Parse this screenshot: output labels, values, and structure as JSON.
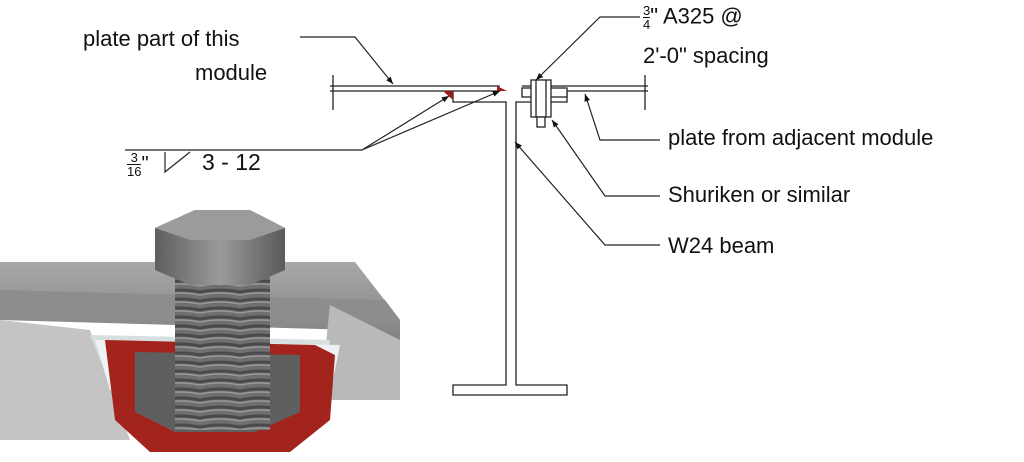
{
  "labels": {
    "plate_part_line1": "plate part of this",
    "plate_part_line2": "module",
    "bolt_fraction_num": "3",
    "bolt_fraction_den": "4",
    "bolt_line1_rest": "\" A325 @",
    "bolt_line2": "2'-0\" spacing",
    "plate_adjacent": "plate from adjacent module",
    "shuriken": "Shuriken or similar",
    "beam": "W24 beam"
  },
  "weld": {
    "size_num": "3",
    "size_den": "16",
    "size_unit": "\"",
    "spec": "3 - 12"
  },
  "colors": {
    "weld": "#9b1b1b",
    "line": "#222222",
    "bolt_red": "#a3241d",
    "steel": "#8a8a8a"
  }
}
